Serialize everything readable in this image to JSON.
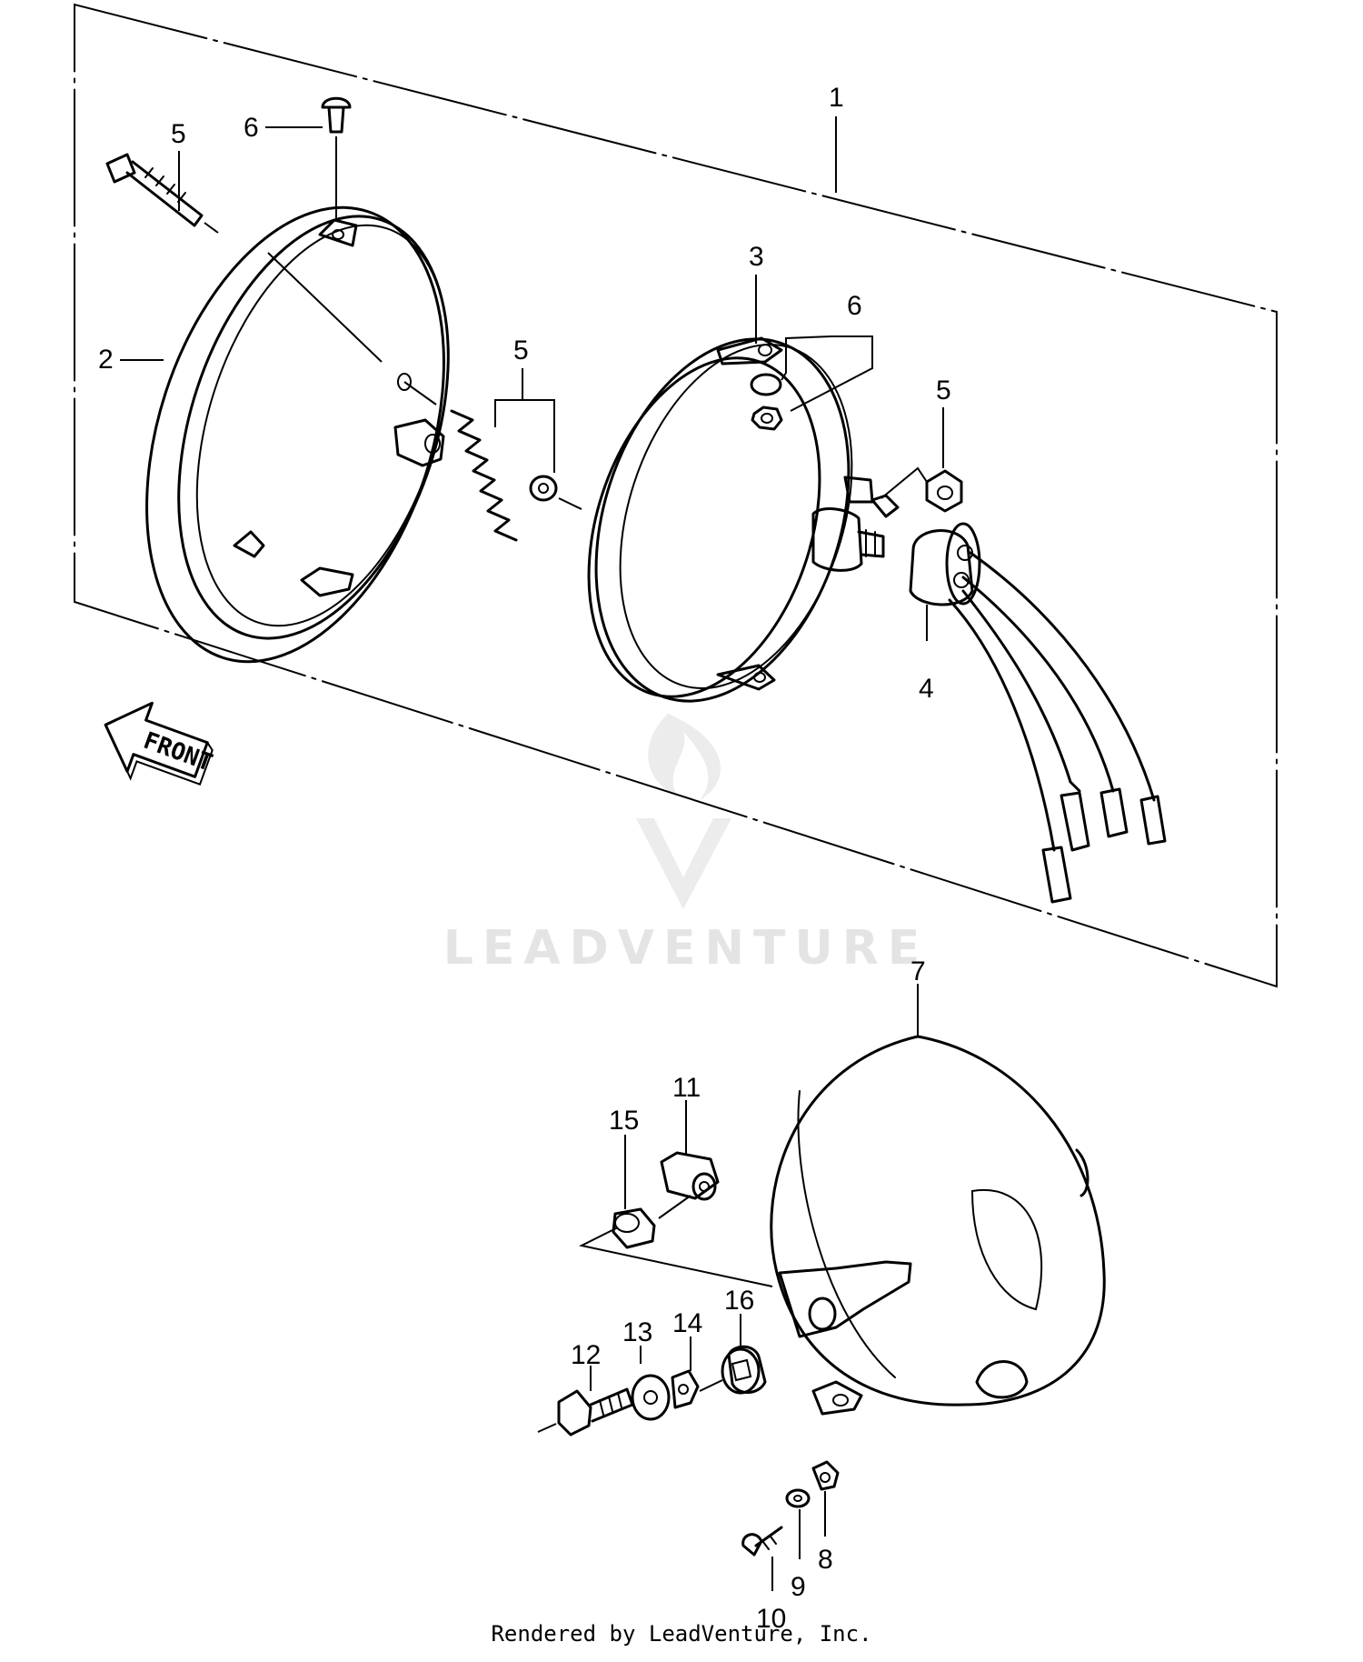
{
  "callouts": [
    {
      "id": "1",
      "label": "1"
    },
    {
      "id": "2",
      "label": "2"
    },
    {
      "id": "3",
      "label": "3"
    },
    {
      "id": "4",
      "label": "4"
    },
    {
      "id": "5a",
      "label": "5"
    },
    {
      "id": "5b",
      "label": "5"
    },
    {
      "id": "5c",
      "label": "5"
    },
    {
      "id": "6a",
      "label": "6"
    },
    {
      "id": "6b",
      "label": "6"
    },
    {
      "id": "7",
      "label": "7"
    },
    {
      "id": "8",
      "label": "8"
    },
    {
      "id": "9",
      "label": "9"
    },
    {
      "id": "10",
      "label": "10"
    },
    {
      "id": "11",
      "label": "11"
    },
    {
      "id": "12",
      "label": "12"
    },
    {
      "id": "13",
      "label": "13"
    },
    {
      "id": "14",
      "label": "14"
    },
    {
      "id": "15",
      "label": "15"
    },
    {
      "id": "16",
      "label": "16"
    }
  ],
  "front_arrow_label": "FRONT",
  "watermark_text": "LEADVENTURE",
  "footer_text": "Rendered by LeadVenture, Inc.",
  "colors": {
    "line": "#000000",
    "watermark": "#e4e4e4",
    "background": "#ffffff"
  }
}
